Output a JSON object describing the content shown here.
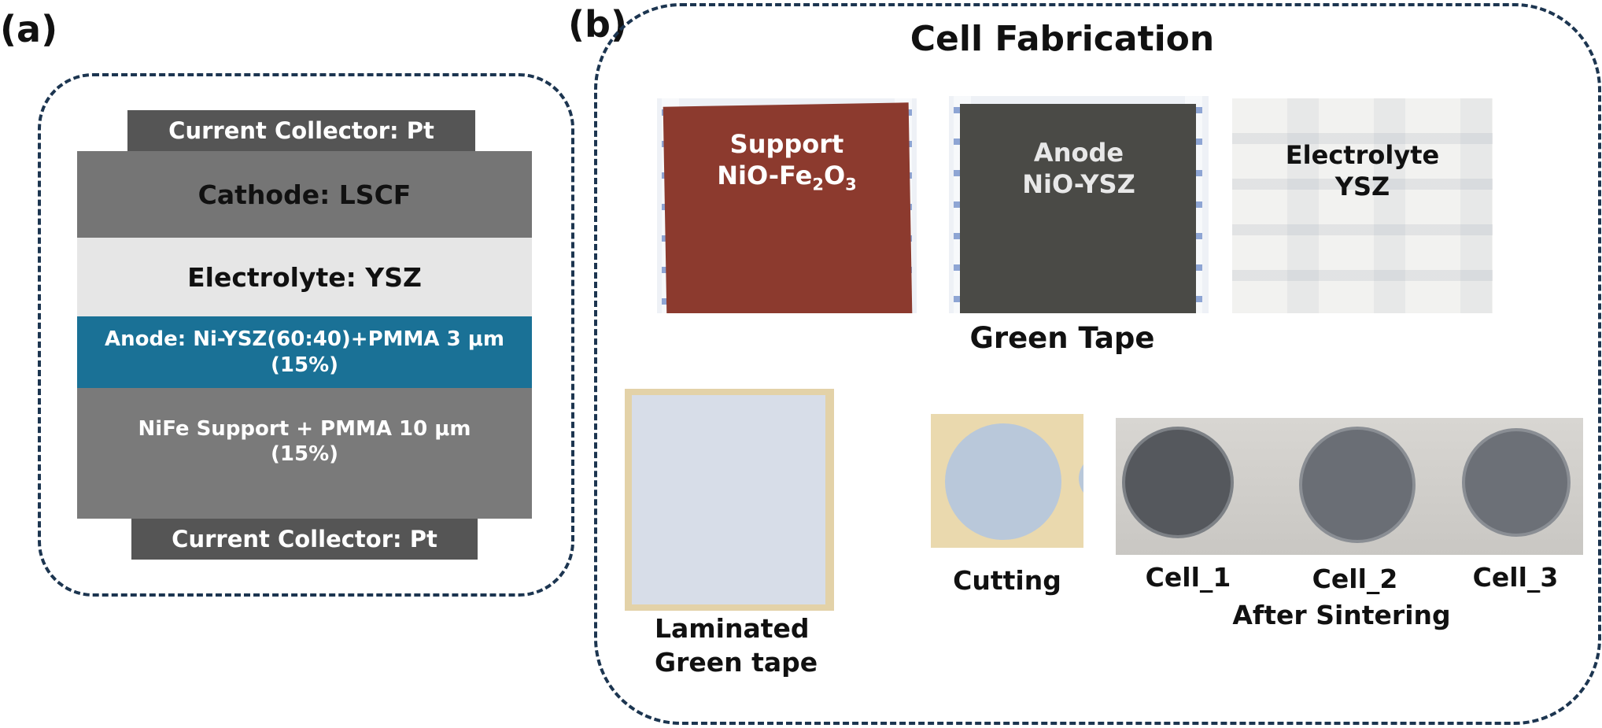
{
  "panel_a": {
    "label": "(a)",
    "layers": {
      "collector_top": "Current Collector: Pt",
      "cathode": "Cathode: LSCF",
      "electrolyte": "Electrolyte: YSZ",
      "anode_line1": "Anode: Ni-YSZ(60:40)+PMMA 3 μm",
      "anode_line2": "(15%)",
      "support_line1": "NiFe Support + PMMA 10 μm",
      "support_line2": "(15%)",
      "collector_bottom": "Current Collector: Pt"
    },
    "colors": {
      "collector": "#555555",
      "cathode": "#757575",
      "electrolyte": "#e6e6e6",
      "anode": "#1a7196",
      "support": "#7a7a7a"
    }
  },
  "panel_b": {
    "label": "(b)",
    "title": "Cell Fabrication",
    "tapes": [
      {
        "line1": "Support",
        "line2_base": "NiO-Fe",
        "sub1": "2",
        "mid": "O",
        "sub2": "3",
        "color": "#8c3a2e"
      },
      {
        "line1": "Anode",
        "line2": "NiO-YSZ",
        "color": "#4a4a46"
      },
      {
        "line1": "Electrolyte",
        "line2": "YSZ",
        "color": "#f2f2f0"
      }
    ],
    "green_tape_caption": "Green Tape",
    "laminated_caption_line1": "Laminated",
    "laminated_caption_line2": "Green tape",
    "cutting_caption": "Cutting",
    "cells": [
      "Cell_1",
      "Cell_2",
      "Cell_3"
    ],
    "after_sintering_caption": "After Sintering"
  }
}
